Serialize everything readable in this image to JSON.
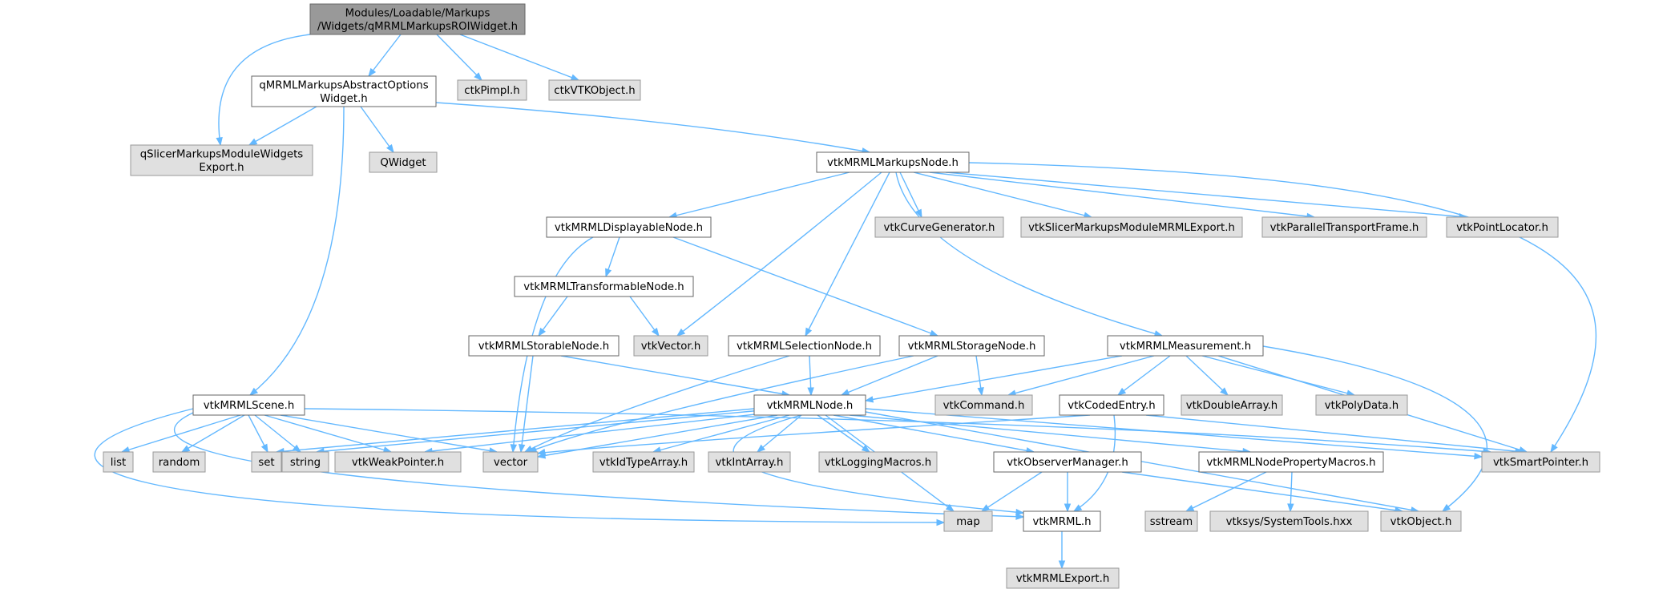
{
  "colors": {
    "root_fill": "#999999",
    "documented_fill": "#ffffff",
    "external_fill": "#e0e0e0",
    "documented_stroke": "#666666",
    "external_stroke": "#999999",
    "edge": "#63b8ff"
  },
  "nodes": [
    {
      "id": "root",
      "lines": [
        "Modules/Loadable/Markups",
        "/Widgets/qMRMLMarkupsROIWidget.h"
      ],
      "kind": "root"
    },
    {
      "id": "abstract",
      "lines": [
        "qMRMLMarkupsAbstractOptions",
        "Widget.h"
      ],
      "kind": "documented"
    },
    {
      "id": "ctkPimpl",
      "lines": [
        "ctkPimpl.h"
      ],
      "kind": "external"
    },
    {
      "id": "ctkVTKObject",
      "lines": [
        "ctkVTKObject.h"
      ],
      "kind": "external"
    },
    {
      "id": "qSlicerExport",
      "lines": [
        "qSlicerMarkupsModuleWidgets",
        "Export.h"
      ],
      "kind": "external"
    },
    {
      "id": "QWidget",
      "lines": [
        "QWidget"
      ],
      "kind": "external"
    },
    {
      "id": "markupsNode",
      "lines": [
        "vtkMRMLMarkupsNode.h"
      ],
      "kind": "documented"
    },
    {
      "id": "displayable",
      "lines": [
        "vtkMRMLDisplayableNode.h"
      ],
      "kind": "documented"
    },
    {
      "id": "curveGen",
      "lines": [
        "vtkCurveGenerator.h"
      ],
      "kind": "external"
    },
    {
      "id": "slicerMRMLExport",
      "lines": [
        "vtkSlicerMarkupsModuleMRMLExport.h"
      ],
      "kind": "external"
    },
    {
      "id": "parallel",
      "lines": [
        "vtkParallelTransportFrame.h"
      ],
      "kind": "external"
    },
    {
      "id": "pointLocator",
      "lines": [
        "vtkPointLocator.h"
      ],
      "kind": "external"
    },
    {
      "id": "transformable",
      "lines": [
        "vtkMRMLTransformableNode.h"
      ],
      "kind": "documented"
    },
    {
      "id": "storable",
      "lines": [
        "vtkMRMLStorableNode.h"
      ],
      "kind": "documented"
    },
    {
      "id": "vtkVector",
      "lines": [
        "vtkVector.h"
      ],
      "kind": "external"
    },
    {
      "id": "selection",
      "lines": [
        "vtkMRMLSelectionNode.h"
      ],
      "kind": "documented"
    },
    {
      "id": "storage",
      "lines": [
        "vtkMRMLStorageNode.h"
      ],
      "kind": "documented"
    },
    {
      "id": "measurement",
      "lines": [
        "vtkMRMLMeasurement.h"
      ],
      "kind": "documented"
    },
    {
      "id": "scene",
      "lines": [
        "vtkMRMLScene.h"
      ],
      "kind": "documented"
    },
    {
      "id": "mrmlNode",
      "lines": [
        "vtkMRMLNode.h"
      ],
      "kind": "documented"
    },
    {
      "id": "vtkCommand",
      "lines": [
        "vtkCommand.h"
      ],
      "kind": "external"
    },
    {
      "id": "codedEntry",
      "lines": [
        "vtkCodedEntry.h"
      ],
      "kind": "documented"
    },
    {
      "id": "doubleArray",
      "lines": [
        "vtkDoubleArray.h"
      ],
      "kind": "external"
    },
    {
      "id": "polyData",
      "lines": [
        "vtkPolyData.h"
      ],
      "kind": "external"
    },
    {
      "id": "list",
      "lines": [
        "list"
      ],
      "kind": "external"
    },
    {
      "id": "random",
      "lines": [
        "random"
      ],
      "kind": "external"
    },
    {
      "id": "set",
      "lines": [
        "set"
      ],
      "kind": "external"
    },
    {
      "id": "string",
      "lines": [
        "string"
      ],
      "kind": "external"
    },
    {
      "id": "weakPointer",
      "lines": [
        "vtkWeakPointer.h"
      ],
      "kind": "external"
    },
    {
      "id": "vector",
      "lines": [
        "vector"
      ],
      "kind": "external"
    },
    {
      "id": "idType",
      "lines": [
        "vtkIdTypeArray.h"
      ],
      "kind": "external"
    },
    {
      "id": "intArray",
      "lines": [
        "vtkIntArray.h"
      ],
      "kind": "external"
    },
    {
      "id": "logging",
      "lines": [
        "vtkLoggingMacros.h"
      ],
      "kind": "external"
    },
    {
      "id": "observer",
      "lines": [
        "vtkObserverManager.h"
      ],
      "kind": "documented"
    },
    {
      "id": "propMacros",
      "lines": [
        "vtkMRMLNodePropertyMacros.h"
      ],
      "kind": "documented"
    },
    {
      "id": "smartPointer",
      "lines": [
        "vtkSmartPointer.h"
      ],
      "kind": "external"
    },
    {
      "id": "map",
      "lines": [
        "map"
      ],
      "kind": "external"
    },
    {
      "id": "vtkMRML",
      "lines": [
        "vtkMRML.h"
      ],
      "kind": "documented"
    },
    {
      "id": "sstream",
      "lines": [
        "sstream"
      ],
      "kind": "external"
    },
    {
      "id": "systemTools",
      "lines": [
        "vtksys/SystemTools.hxx"
      ],
      "kind": "external"
    },
    {
      "id": "vtkObject",
      "lines": [
        "vtkObject.h"
      ],
      "kind": "external"
    },
    {
      "id": "mrmlExport",
      "lines": [
        "vtkMRMLExport.h"
      ],
      "kind": "external"
    }
  ]
}
